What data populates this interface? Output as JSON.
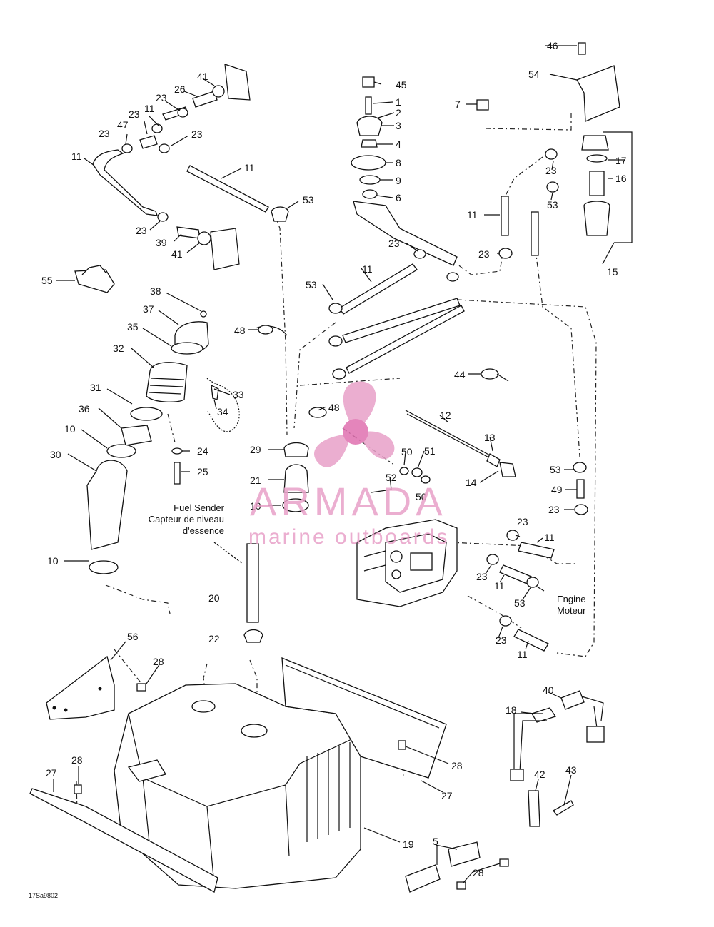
{
  "labels": {
    "p1": "1",
    "p2": "2",
    "p3": "3",
    "p4": "4",
    "p5": "5",
    "p6": "6",
    "p7": "7",
    "p8": "8",
    "p9": "9",
    "p10a": "10",
    "p10b": "10",
    "p10c": "10",
    "p11a": "11",
    "p11b": "11",
    "p11c": "11",
    "p11d": "11",
    "p11e": "11",
    "p11f": "11",
    "p11g": "11",
    "p11h": "11",
    "p12": "12",
    "p13": "13",
    "p14": "14",
    "p15": "15",
    "p16": "16",
    "p17": "17",
    "p18": "18",
    "p19": "19",
    "p20": "20",
    "p21": "21",
    "p22": "22",
    "p23a": "23",
    "p23b": "23",
    "p23c": "23",
    "p23d": "23",
    "p23e": "23",
    "p23f": "23",
    "p23g": "23",
    "p23h": "23",
    "p23i": "23",
    "p23j": "23",
    "p23k": "23",
    "p23l": "23",
    "p24": "24",
    "p25": "25",
    "p26": "26",
    "p27a": "27",
    "p27b": "27",
    "p28a": "28",
    "p28b": "28",
    "p28c": "28",
    "p28d": "28",
    "p29": "29",
    "p30": "30",
    "p31": "31",
    "p32": "32",
    "p33": "33",
    "p34": "34",
    "p35": "35",
    "p36": "36",
    "p37": "37",
    "p38": "38",
    "p39": "39",
    "p40": "40",
    "p41a": "41",
    "p41b": "41",
    "p42": "42",
    "p43": "43",
    "p44": "44",
    "p45": "45",
    "p46": "46",
    "p47": "47",
    "p48a": "48",
    "p48b": "48",
    "p49": "49",
    "p50a": "50",
    "p50b": "50",
    "p51": "51",
    "p52": "52",
    "p53a": "53",
    "p53b": "53",
    "p53c": "53",
    "p53d": "53",
    "p53e": "53",
    "p54": "54",
    "p55": "55",
    "p56": "56"
  },
  "notes": {
    "fuel_sender_1": "Fuel Sender",
    "fuel_sender_2": "Capteur de niveau",
    "fuel_sender_3": "d'essence",
    "engine_1": "Engine",
    "engine_2": "Moteur",
    "drawing_code": "17Sa9802"
  },
  "watermark": {
    "brand": "ARMADA",
    "tagline": "marine outboards",
    "color": "#e8a0c8"
  }
}
